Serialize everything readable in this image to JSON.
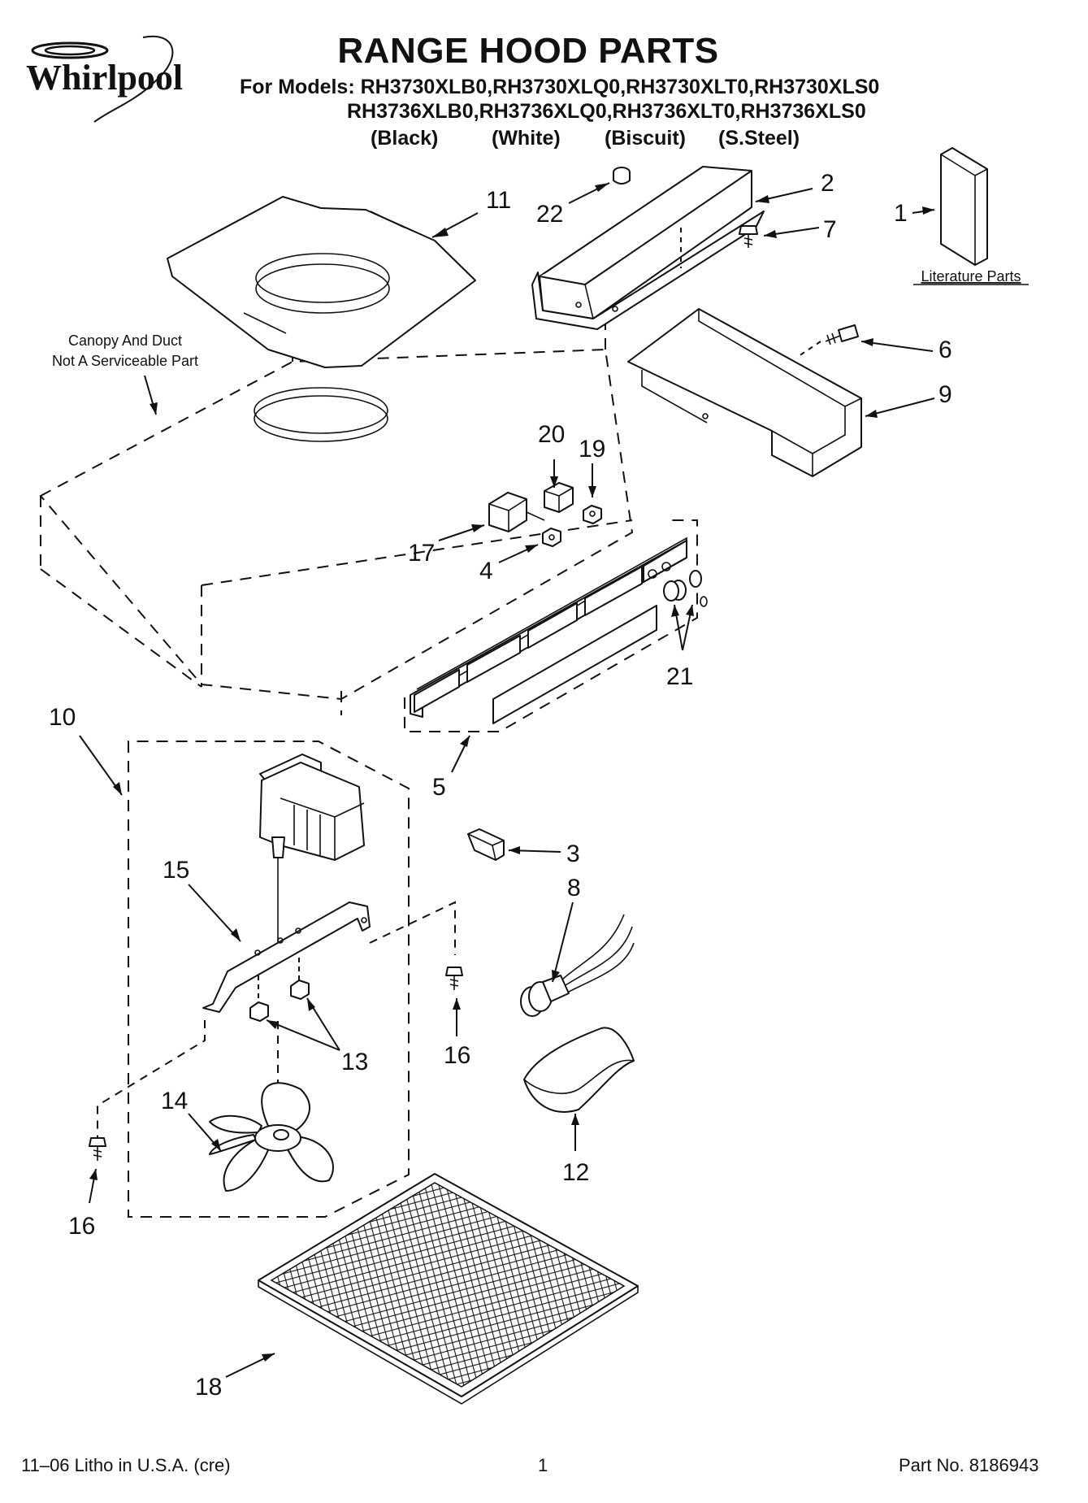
{
  "brand": {
    "name": "Whirlpool"
  },
  "header": {
    "title": "RANGE HOOD PARTS",
    "models_line1": "For Models: RH3730XLB0,RH3730XLQ0,RH3730XLT0,RH3730XLS0",
    "models_line2": "RH3736XLB0,RH3736XLQ0,RH3736XLT0,RH3736XLS0",
    "colors": [
      "(Black)",
      "(White)",
      "(Biscuit)",
      "(S.Steel)"
    ]
  },
  "notes": {
    "canopy_line1": "Canopy And Duct",
    "canopy_line2": "Not A Serviceable Part",
    "literature": "Literature Parts"
  },
  "callouts": {
    "c1": "1",
    "c2": "2",
    "c3": "3",
    "c4": "4",
    "c5": "5",
    "c6": "6",
    "c7": "7",
    "c8": "8",
    "c9": "9",
    "c10": "10",
    "c11": "11",
    "c12": "12",
    "c13": "13",
    "c14": "14",
    "c15": "15",
    "c16a": "16",
    "c16b": "16",
    "c17": "17",
    "c18": "18",
    "c19": "19",
    "c20": "20",
    "c21": "21",
    "c22": "22"
  },
  "footer": {
    "litho": "11–06 Litho in U.S.A. (cre)",
    "page": "1",
    "part_no": "Part No. 8186943"
  }
}
